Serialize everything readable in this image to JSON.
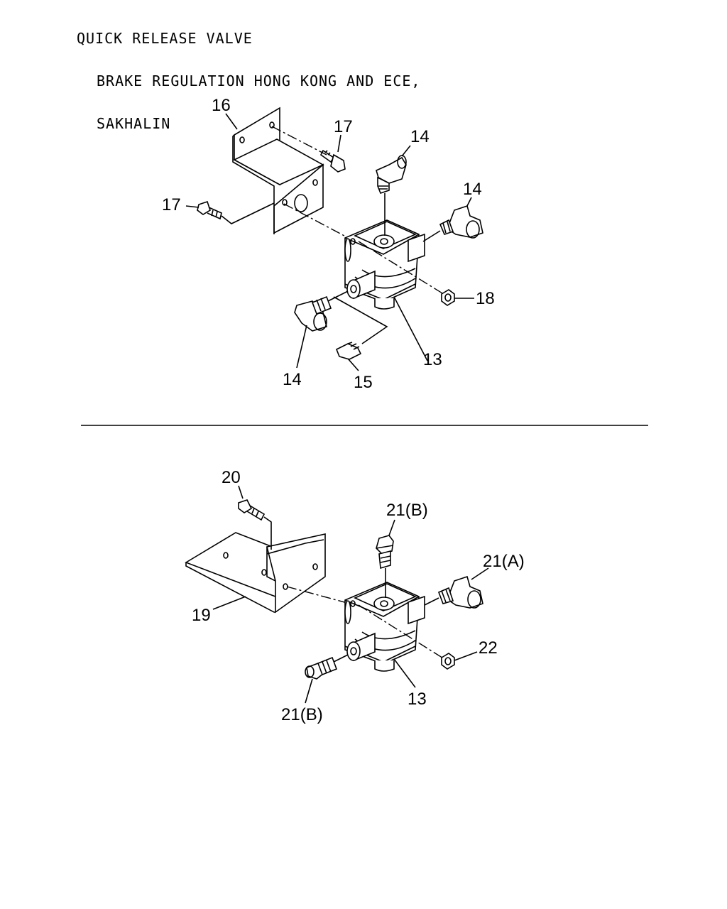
{
  "header": {
    "line1": "QUICK RELEASE VALVE",
    "line2": "BRAKE REGULATION HONG KONG AND ECE,",
    "line3": "SAKHALIN"
  },
  "top_labels": {
    "l16": "16",
    "l17a": "17",
    "l14a": "14",
    "l17b": "17",
    "l14b": "14",
    "l18": "18",
    "l14c": "14",
    "l15": "15",
    "l13": "13"
  },
  "bottom_labels": {
    "l20": "20",
    "l21b_top": "21(B)",
    "l21a": "21(A)",
    "l19": "19",
    "l22": "22",
    "l21b_bottom": "21(B)",
    "l13": "13"
  }
}
